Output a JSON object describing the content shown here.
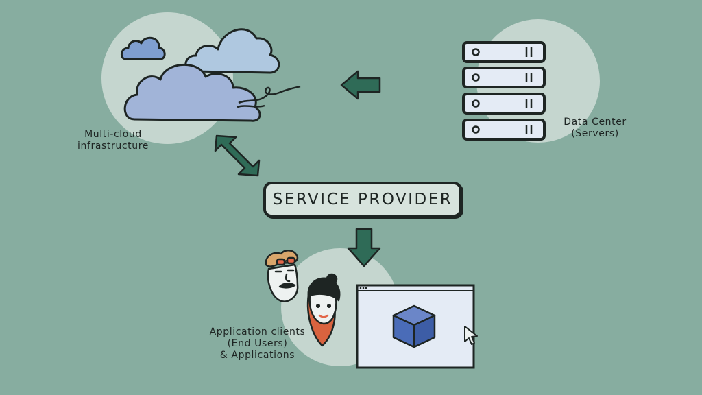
{
  "diagram": {
    "nodes": {
      "cloud": {
        "label_lines": [
          "Multi-cloud",
          "infrastructure"
        ]
      },
      "data_center": {
        "label_lines": [
          "Data Center",
          "(Servers)"
        ]
      },
      "service_provider": {
        "label": "SERVICE PROVIDER"
      },
      "clients": {
        "label_lines": [
          "Application clients",
          "(End Users)",
          "& Applications"
        ]
      }
    },
    "edges": [
      {
        "from": "data_center",
        "to": "cloud",
        "direction": "one-way"
      },
      {
        "from": "cloud",
        "to": "service_provider",
        "direction": "two-way"
      },
      {
        "from": "service_provider",
        "to": "clients",
        "direction": "one-way"
      }
    ],
    "icons": [
      "cloud-icon",
      "server-rack-icon",
      "person-icon",
      "browser-window-icon",
      "cube-icon",
      "mouse-cursor-icon"
    ],
    "colors": {
      "background": "#87ada0",
      "highlight_circle": "#c5d6cf",
      "cloud_large": "#a1b4d8",
      "cloud_medium": "#afc8e0",
      "cloud_small": "#7f9fd0",
      "arrow": "#2f6b57",
      "cube": "#4a6cb8",
      "window": "#e4ebf5",
      "outline": "#1e2523"
    }
  }
}
